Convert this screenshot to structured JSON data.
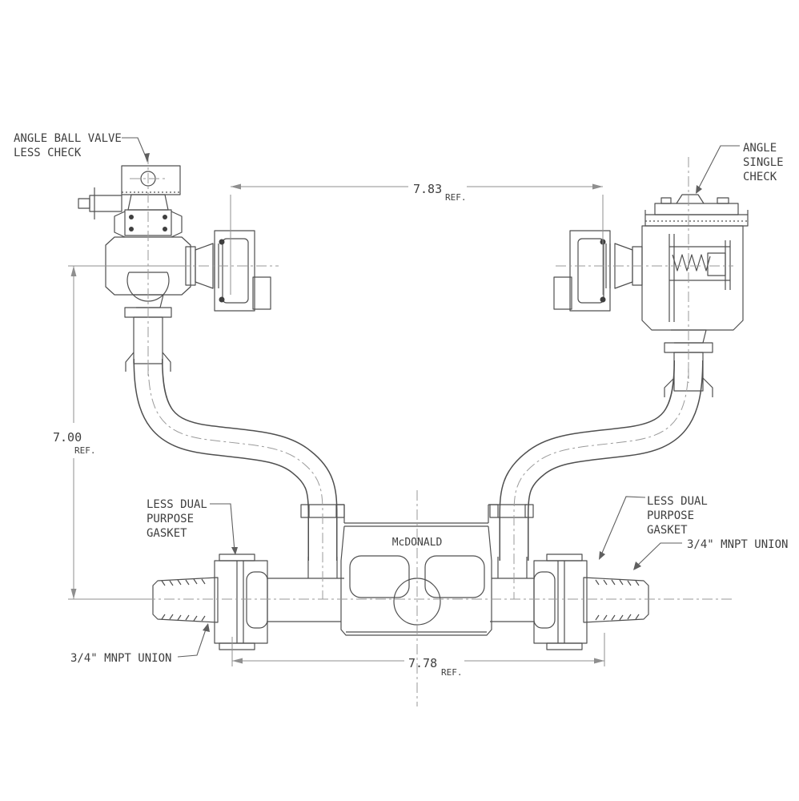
{
  "drawing": {
    "title_note": "McDONALD meter setter outline drawing",
    "labels": {
      "angle_ball_valve": {
        "line1": "ANGLE BALL VALVE",
        "line2": "LESS CHECK"
      },
      "angle_single_check": {
        "line1": "ANGLE",
        "line2": "SINGLE",
        "line3": "CHECK"
      },
      "gasket_note": {
        "line1": "LESS DUAL",
        "line2": "PURPOSE",
        "line3": "GASKET"
      },
      "mnpt_union": "3/4\" MNPT UNION",
      "brand": "McDONALD"
    },
    "dimensions": {
      "top": {
        "value": "7.83",
        "ref": "REF."
      },
      "left": {
        "value": "7.00",
        "ref": "REF."
      },
      "bottom": {
        "value": "7.78",
        "ref": "REF."
      }
    },
    "colors": {
      "background": "#ffffff",
      "geometry_line": "#4f4f4f",
      "dimension_line": "#8f8f8f",
      "text": "#3f3f3f"
    }
  }
}
